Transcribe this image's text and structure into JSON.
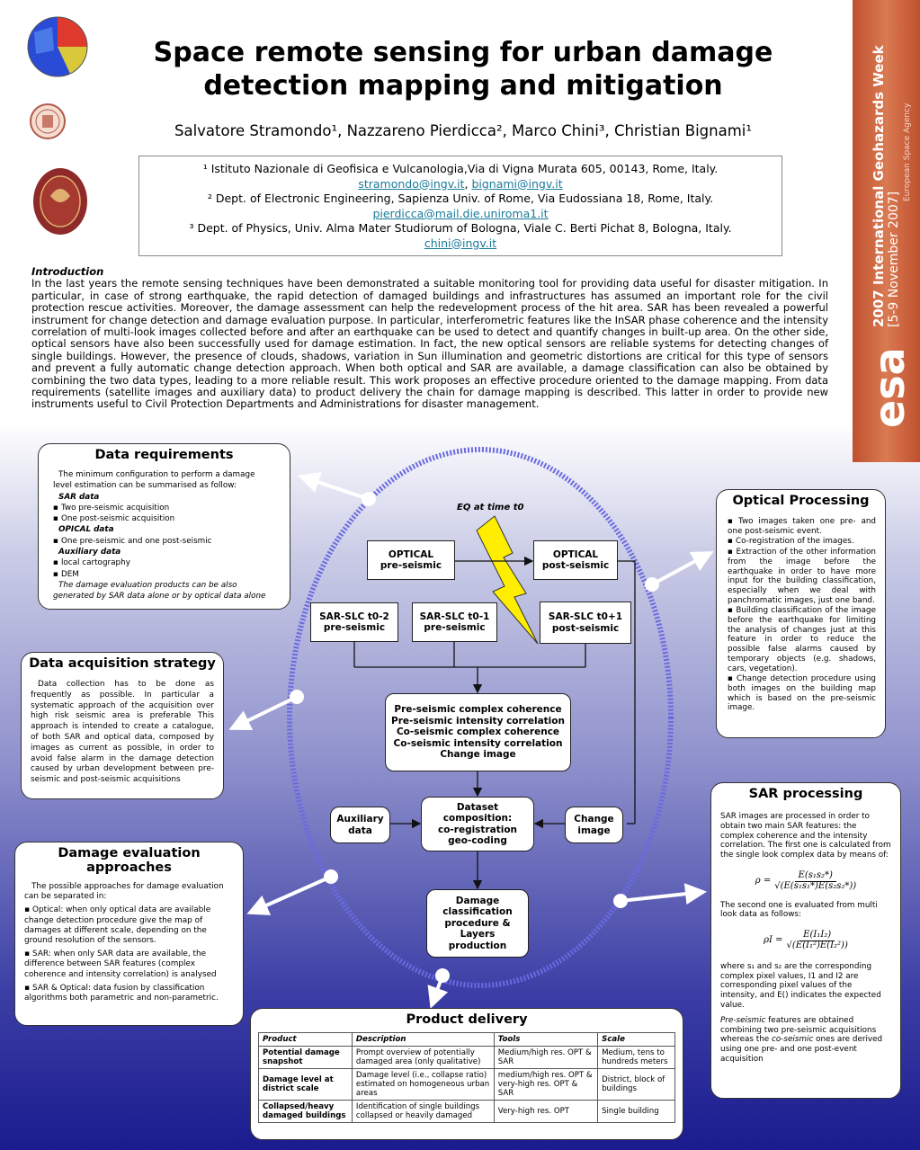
{
  "header": {
    "title_line1": "Space remote sensing for urban damage",
    "title_line2": "detection mapping and mitigation",
    "authors": "Salvatore Stramondo¹, Nazzareno Pierdicca², Marco Chini³, Christian Bignami¹"
  },
  "affiliations": {
    "a1": "¹ Istituto Nazionale di Geofisica e Vulcanologia,Via di Vigna Murata 605, 00143, Rome, Italy.",
    "a1_mail1": "stramondo@ingv.it",
    "a1_sep": ", ",
    "a1_mail2": "bignami@ingv.it",
    "a2": "² Dept. of Electronic Engineering, Sapienza Univ. of Rome, Via Eudossiana 18, Rome, Italy.",
    "a2_mail": "pierdicca@mail.die.uniroma1.it",
    "a3": "³ Dept. of  Physics, Univ. Alma Mater Studiorum of Bologna, Viale C. Berti Pichat 8, Bologna, Italy.",
    "a3_mail": "chini@ingv.it"
  },
  "intro": {
    "heading": "Introduction",
    "text": "In the last years the remote sensing techniques have been demonstrated a suitable monitoring tool for providing data useful for disaster mitigation. In particular, in case of strong earthquake, the rapid detection of damaged buildings and infrastructures has assumed an important role for the civil protection rescue activities. Moreover, the damage assessment can help the redevelopment process of the hit area. SAR has been revealed a powerful instrument for change detection and damage evaluation purpose. In particular, interferometric features like the InSAR phase coherence and the intensity correlation of multi-look images collected before and after an earthquake can be used to detect and quantify changes in built-up area. On the other side, optical sensors have also been successfully used for damage estimation. In fact, the new optical sensors are reliable systems for detecting changes of single buildings. However, the presence of clouds, shadows, variation in Sun illumination and geometric distortions are critical for this type of sensors and prevent a fully automatic change detection approach. When both optical and SAR are available, a damage classification can also be obtained by combining the two data types, leading to a more reliable result. This work proposes an effective procedure oriented to the damage mapping. From data requirements (satellite images and auxiliary data) to product delivery the chain for damage mapping is described. This latter in order to provide new instruments useful to Civil Protection Departments and Administrations for disaster management."
  },
  "esa_banner": {
    "logo": "esa",
    "line1": "2007 International Geohazards Week",
    "line2": "[5-9 November 2007]",
    "line3": "European Space Agency"
  },
  "data_requirements": {
    "title": "Data requirements",
    "intro": "The minimum configuration to perform a damage level estimation can be summarised as follow:",
    "sar_head": "SAR data",
    "sar1": "Two pre-seismic acquisition",
    "sar2": "One post-seismic acquisition",
    "opt_head": "OPICAL data",
    "opt1": "One pre-seismic and one post-seismic",
    "aux_head": "Auxiliary data",
    "aux1": "local cartography",
    "aux2": "DEM",
    "note": "The damage evaluation products can be also generated by SAR data alone or by optical data alone"
  },
  "data_acquisition": {
    "title": "Data acquisition strategy",
    "text": "Data collection has to be done as frequently as possible. In particular a systematic approach of the acquisition over high risk seismic area is preferable This approach is intended to create a catalogue, of both SAR and optical data, composed by images as current as possible, in order to avoid false alarm in the damage detection caused by urban development between pre-seismic and post-seismic acquisitions"
  },
  "damage_eval": {
    "title_line1": "Damage evaluation",
    "title_line2": "approaches",
    "intro": "The possible approaches for damage evaluation can be separated in:",
    "item1": "Optical: when only optical data are available change detection procedure give the map of damages at different scale, depending on the ground resolution of the sensors.",
    "item2": "SAR: when only SAR data are available, the difference between SAR features (complex coherence and intensity correlation) is analysed",
    "item3": "SAR & Optical: data fusion by classification algorithms both parametric and non-parametric."
  },
  "optical_processing": {
    "title": "Optical Processing",
    "items": [
      "Two images taken one pre- and one post-seismic event.",
      "Co-registration of the images.",
      "Extraction of the other information from the image before the earthquake in order to have more input for the building classification, especially when we deal with panchromatic images, just one band.",
      "Building classification of the image before the earthquake for limiting the analysis of changes just at this feature in order to reduce the possible false alarms caused by temporary objects (e.g. shadows, cars, vegetation).",
      "Change detection procedure using both images on the building map which is based on the pre-seismic image."
    ]
  },
  "sar_processing": {
    "title": "SAR processing",
    "p1": "SAR images are processed in order to obtain two main SAR features: the complex coherence and the intensity correlation. The first one is calculated from the single look complex data by means of:",
    "eq1_lhs": "ρ =",
    "eq1_num": "E(s₁s₂*)",
    "eq1_den": "√(E(s₁s₁*)E(s₂s₂*))",
    "p2": "The second one is evaluated from multi look data as follows:",
    "eq2_lhs": "ρI =",
    "eq2_num": "E(I₁I₂)",
    "eq2_den": "√(E(I₁²)E(I₂²))",
    "p3": "where s₁ and s₂ are the corresponding complex pixel values, I1 and I2 are corresponding pixel values of the intensity, and E() indicates the expected value.",
    "p4_a": "Pre-seismic",
    "p4_b": " features are obtained combining two pre-seismic acquisitions whereas the ",
    "p4_c": "co-seismic",
    "p4_d": " ones are derived using one pre- and one post-event acquisition"
  },
  "flow": {
    "eq_label": "EQ at time t0",
    "optical_pre_1": "OPTICAL",
    "optical_pre_2": "pre-seismic",
    "optical_post_1": "OPTICAL",
    "optical_post_2": "post-seismic",
    "sar1_1": "SAR-SLC t0-2",
    "sar1_2": "pre-seismic",
    "sar2_1": "SAR-SLC t0-1",
    "sar2_2": "pre-seismic",
    "sar3_1": "SAR-SLC t0+1",
    "sar3_2": "post-seismic",
    "feat1": "Pre-seismic complex coherence",
    "feat2": "Pre-seismic intensity correlation",
    "feat3": "Co-seismic complex coherence",
    "feat4": "Co-seismic intensity correlation",
    "feat5": "Change image",
    "aux_1": "Auxiliary",
    "aux_2": "data",
    "dataset_1": "Dataset",
    "dataset_2": "composition:",
    "dataset_3": "co-registration",
    "dataset_4": "geo-coding",
    "change_1": "Change",
    "change_2": "image",
    "dmg_1": "Damage",
    "dmg_2": "classification",
    "dmg_3": "procedure &",
    "dmg_4": "Layers",
    "dmg_5": "production"
  },
  "product_delivery": {
    "title": "Product delivery",
    "headers": [
      "Product",
      "Description",
      "Tools",
      "Scale"
    ],
    "rows": [
      [
        "Potential damage snapshot",
        "Prompt overview of potentially damaged area (only qualitative)",
        "Medium/high res. OPT & SAR",
        "Medium, tens to hundreds meters"
      ],
      [
        "Damage level at district scale",
        "Damage level (i.e., collapse ratio) estimated on homogeneous urban areas",
        "medium/high res. OPT & very-high res. OPT & SAR",
        "District, block of buildings"
      ],
      [
        "Collapsed/heavy damaged buildings",
        "Identification of single buildings collapsed or heavily damaged",
        "Very-high res. OPT",
        "Single building"
      ]
    ]
  },
  "colors": {
    "esa_banner": "#c0502f",
    "link": "#1a7a9a",
    "flash": "#ffee00",
    "bg_bottom": "#1a1b8e"
  }
}
